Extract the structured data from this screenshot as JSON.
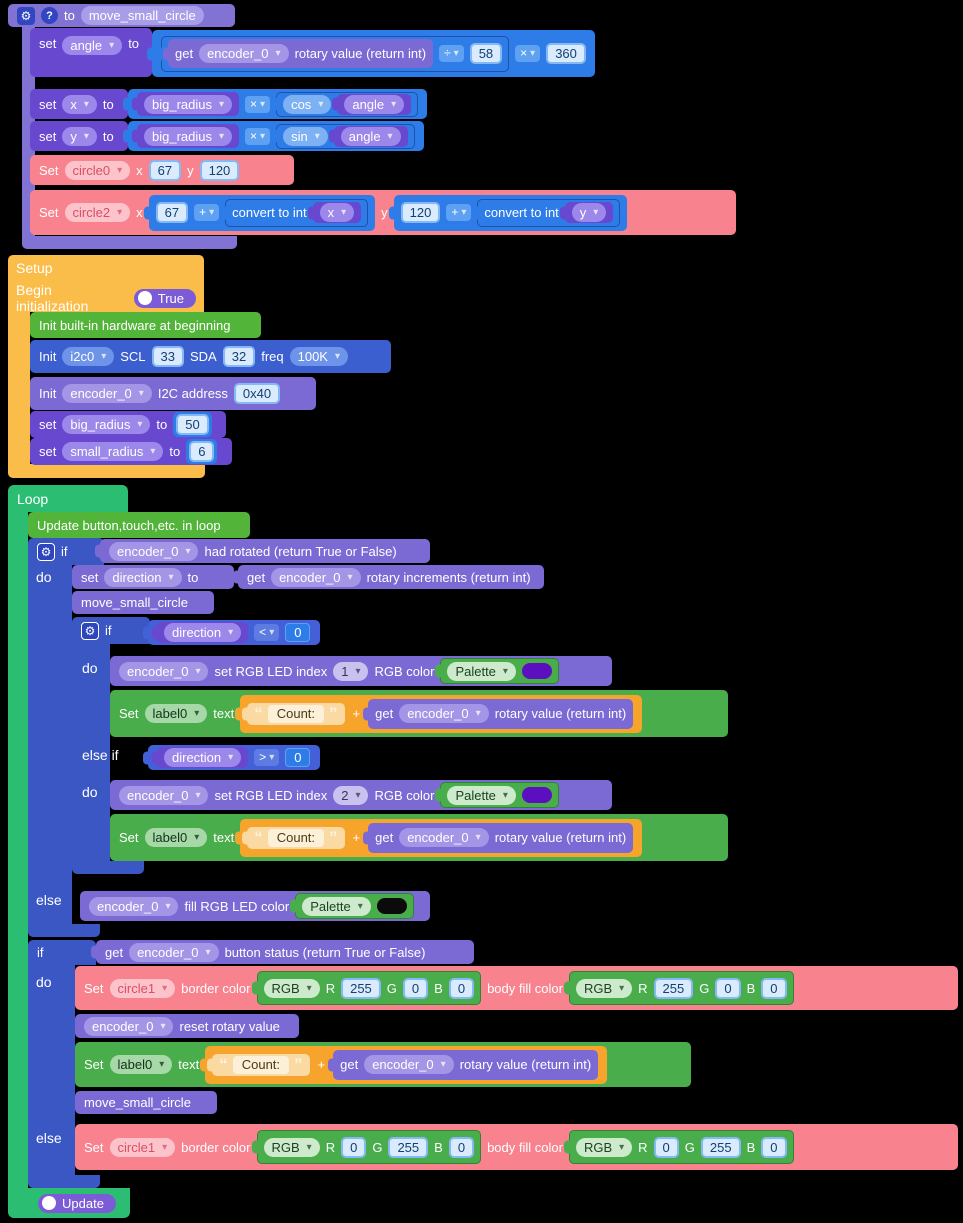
{
  "fn": {
    "kw_to": "to",
    "name": "move_small_circle",
    "set": "set",
    "Set": "Set",
    "to": "to",
    "get": "get",
    "encoder": "encoder_0",
    "rotary_label": "rotary value (return int)",
    "div": "÷",
    "divisor": "58",
    "mul": "×",
    "factor": "360",
    "angle": "angle",
    "x": "x",
    "y": "y",
    "big_radius": "big_radius",
    "cos": "cos",
    "sin": "sin",
    "circle0": "circle0",
    "c0x": "67",
    "c0y": "120",
    "circle2": "circle2",
    "c2x_base": "67",
    "c2y_base": "120",
    "plus": "+",
    "convert": "convert to int"
  },
  "setup": {
    "title": "Setup",
    "begin": "Begin initialization",
    "true_label": "True",
    "init_hw": "Init built-in hardware at beginning",
    "init": "Init",
    "i2c": "i2c0",
    "scl": "SCL",
    "scl_v": "33",
    "sda": "SDA",
    "sda_v": "32",
    "freq": "freq",
    "freq_v": "100K",
    "encoder": "encoder_0",
    "i2c_addr": "I2C address",
    "addr": "0x40",
    "set": "set",
    "to": "to",
    "big_radius": "big_radius",
    "big_v": "50",
    "small_radius": "small_radius",
    "small_v": "6"
  },
  "loop": {
    "title": "Loop",
    "update_hw": "Update button,touch,etc. in loop",
    "if": "if",
    "do": "do",
    "else": "else",
    "else_if": "else if",
    "set": "set",
    "Set": "Set",
    "to": "to",
    "get": "get",
    "encoder": "encoder_0",
    "had_rotated": "had rotated (return True or False)",
    "direction": "direction",
    "rotary_inc": "rotary increments (return int)",
    "call_fn": "move_small_circle",
    "lt": "<",
    "gt": ">",
    "zero": "0",
    "set_rgb_index": "set RGB LED index",
    "idx1": "1",
    "idx2": "2",
    "rgb_color": "RGB color",
    "palette": "Palette",
    "palette_purple_style": "background:#5c0fbe",
    "palette_black_style": "background:#0b0b0b",
    "label0": "label0",
    "text": "text",
    "join": {
      "q_open": "“",
      "value": "Count:",
      "q_close": "”",
      "plus": "+",
      "get": "get",
      "encoder": "encoder_0",
      "rotary_label": "rotary value (return int)"
    },
    "fill_rgb": "fill RGB LED color",
    "button_status": "button status (return True or False)",
    "circle1": "circle1",
    "border_color": "border color",
    "body_fill": "body fill color",
    "rgb_red": {
      "name": "RGB",
      "R": "R",
      "r": "255",
      "G": "G",
      "g": "0",
      "B": "B",
      "b": "0"
    },
    "rgb_green": {
      "name": "RGB",
      "R": "R",
      "r": "0",
      "G": "G",
      "g": "255",
      "B": "B",
      "b": "0"
    },
    "reset": "reset rotary value",
    "update_label": "Update"
  }
}
